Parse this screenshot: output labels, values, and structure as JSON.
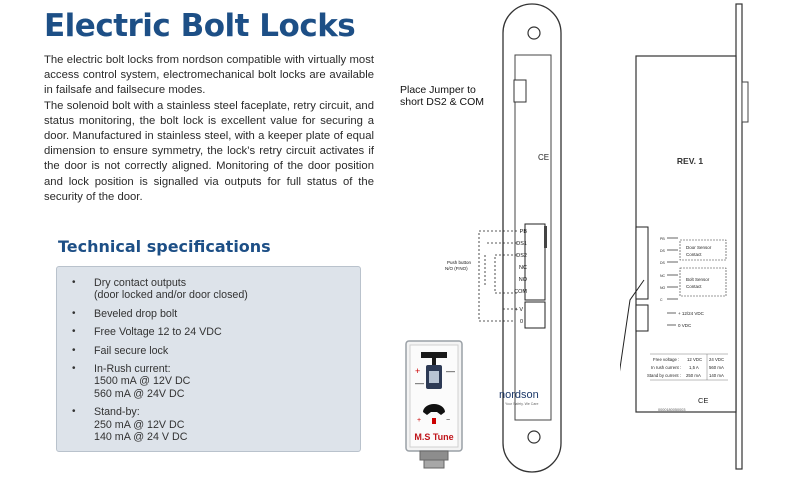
{
  "title": "Electric Bolt Locks",
  "body_paragraphs": [
    "The electric bolt locks from nordson compatible with virtually most access control system, electromechanical bolt locks are available in failsafe and failsecure modes.",
    "The solenoid bolt with a stainless steel faceplate, retry circuit, and status monitoring, the bolt lock is excellent value for securing a door. Manufactured in stainless steel, with a keeper plate of equal dimension to ensure symmetry, the lock’s retry circuit activates if the door is not correctly aligned. Monitoring of the door position and lock position is signalled via outputs for full status of the security of the door."
  ],
  "spec_title": "Technical specifications",
  "specs": [
    [
      "Dry contact outputs",
      "(door locked and/or door closed)"
    ],
    [
      "Beveled drop bolt"
    ],
    [
      "Free Voltage 12 to 24 VDC"
    ],
    [
      "Fail secure lock"
    ],
    [
      "In-Rush current:",
      "1500 mA @ 12V DC",
      "560 mA @ 24V DC"
    ],
    [
      "Stand-by:",
      "250 mA @ 12V DC",
      "140 mA @ 24 V DC"
    ]
  ],
  "relay_label": "M.S Tune",
  "left_device": {
    "jumper_note": [
      "Place Jumper to",
      "short DS2 & COM"
    ],
    "terminals": [
      "PB",
      "DS1",
      "DS2",
      "NC",
      "NO",
      "COM"
    ],
    "power_terminals": [
      "+ V",
      "0"
    ],
    "push_button": [
      "Push button",
      "N/O (P.NO)"
    ],
    "ce_mark": "CE",
    "brand": "nordson",
    "brand_tagline": "Your Safety. We Care"
  },
  "right_device": {
    "rev": "REV. 1",
    "door_sensor": [
      "Door Sensor",
      "Contact"
    ],
    "bolt_sensor": [
      "Bolt Sensor",
      "Contact"
    ],
    "power": [
      "+ 12/24 VDC",
      "0 VDC"
    ],
    "specs_rows": [
      [
        "Free voltage :",
        "12 VDC",
        "24 VDC"
      ],
      [
        "In rush current :",
        "1,5 A",
        "560 mA"
      ],
      [
        "Stand by current :",
        "250 mA",
        "140 mA"
      ]
    ],
    "ce_mark": "CE",
    "serial": "0000180050003"
  }
}
